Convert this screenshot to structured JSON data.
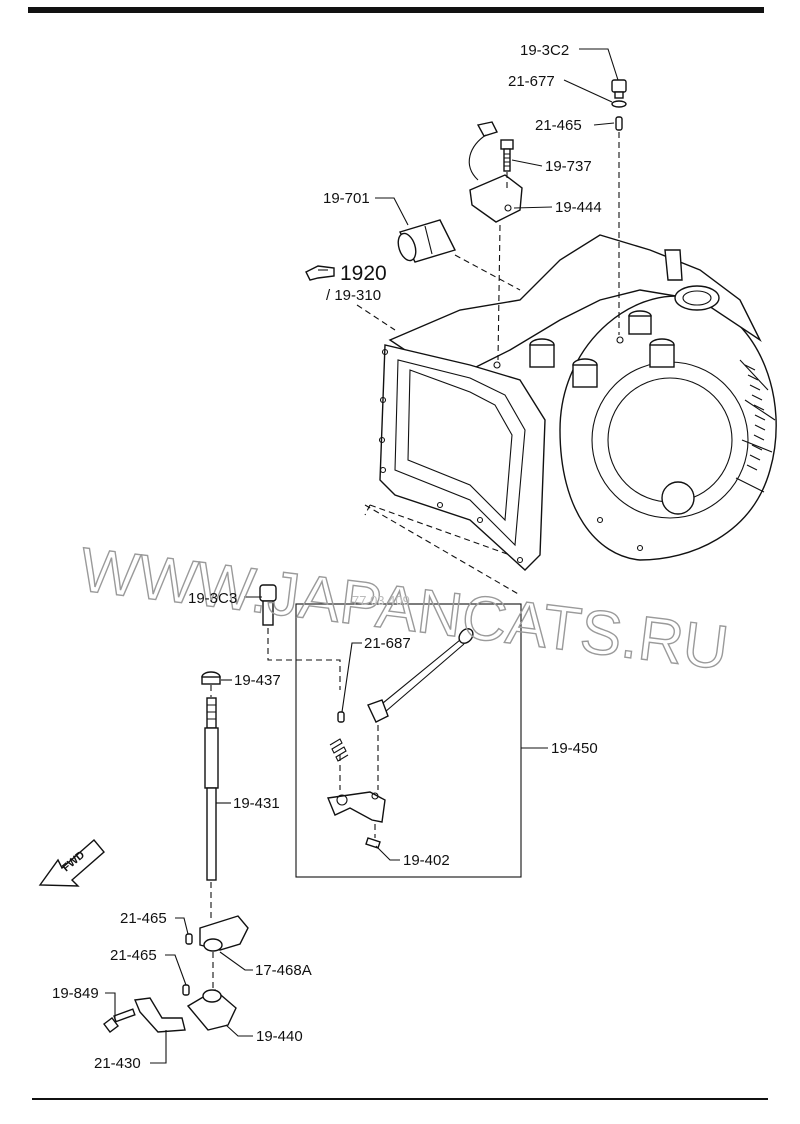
{
  "watermark": "WWW.JAPANCATS.RU",
  "faint_code": "77 03 409",
  "ref": {
    "pointer_icon": "hand-pointer-icon",
    "number": "1920",
    "sub": "/ 19-310"
  },
  "fwd_label": "FWD",
  "callouts": {
    "c_19_3c2": "19-3C2",
    "c_21_677": "21-677",
    "c_21_465_top": "21-465",
    "c_19_737": "19-737",
    "c_19_444": "19-444",
    "c_19_701": "19-701",
    "c_19_3c3": "19-3C3",
    "c_21_687": "21-687",
    "c_19_437": "19-437",
    "c_19_450": "19-450",
    "c_19_431": "19-431",
    "c_19_402": "19-402",
    "c_21_465_a": "21-465",
    "c_17_468a": "17-468A",
    "c_21_465_b": "21-465",
    "c_19_849": "19-849",
    "c_19_440": "19-440",
    "c_21_430": "21-430"
  }
}
